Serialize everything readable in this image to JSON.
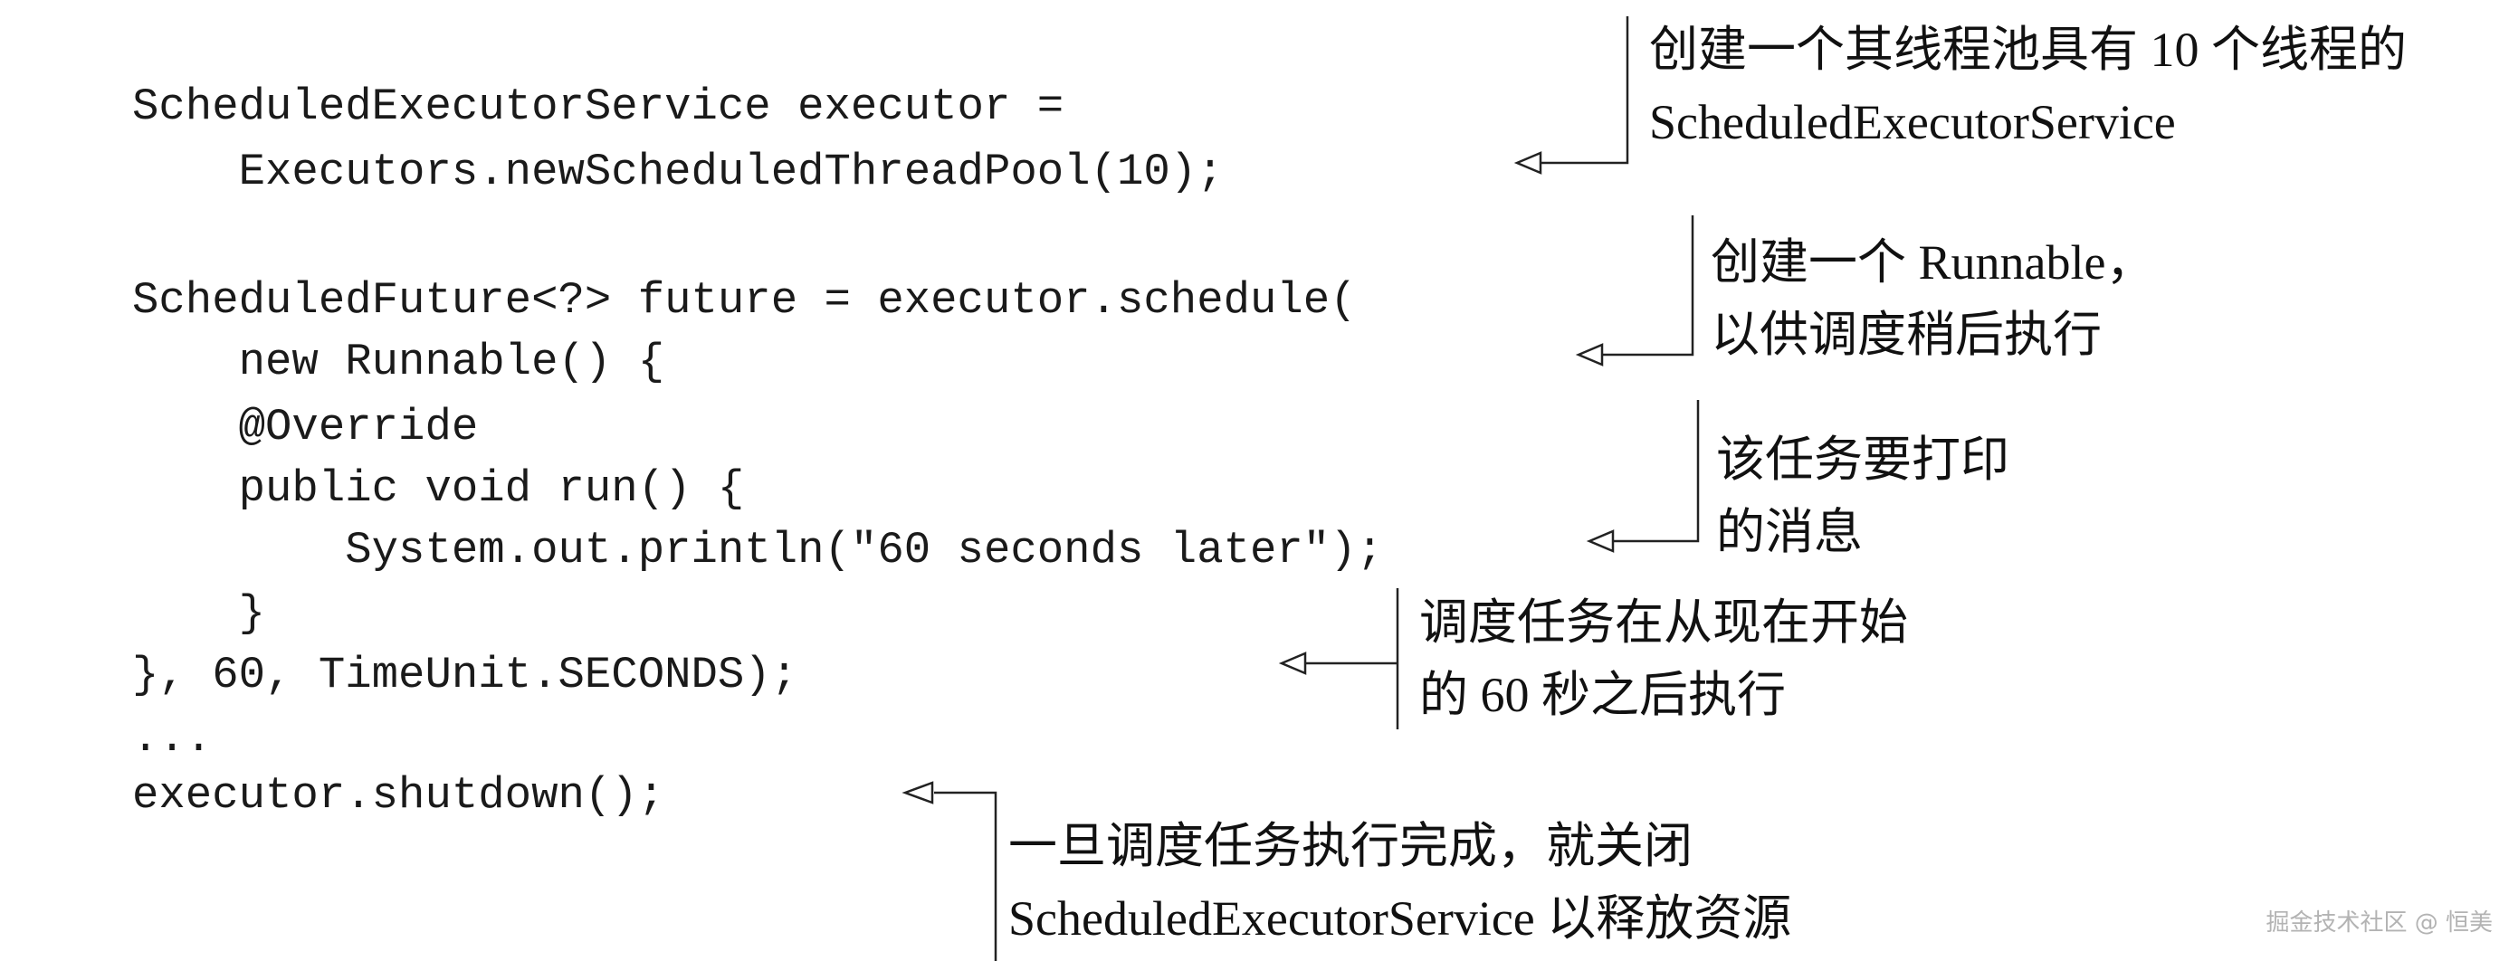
{
  "code_lines": [
    "ScheduledExecutorService executor =",
    "    Executors.newScheduledThreadPool(10);",
    "",
    "ScheduledFuture<?> future = executor.schedule(",
    "    new Runnable() {",
    "    @Override",
    "    public void run() {",
    "        System.out.println(\"60 seconds later\");",
    "    }",
    "}, 60, TimeUnit.SECONDS);",
    "...",
    "executor.shutdown();"
  ],
  "annotations": [
    {
      "lines": [
        "创建一个其线程池具有 10 个线程的",
        "ScheduledExecutorService"
      ]
    },
    {
      "lines": [
        "创建一个 Runnable，",
        "以供调度稍后执行"
      ]
    },
    {
      "lines": [
        "该任务要打印",
        "的消息"
      ]
    },
    {
      "lines": [
        "调度任务在从现在开始",
        "的 60 秒之后执行"
      ]
    },
    {
      "lines": [
        "一旦调度任务执行完成，就关闭",
        "ScheduledExecutorService 以释放资源"
      ]
    }
  ],
  "watermark": "掘金技术社区 @ 恒美"
}
